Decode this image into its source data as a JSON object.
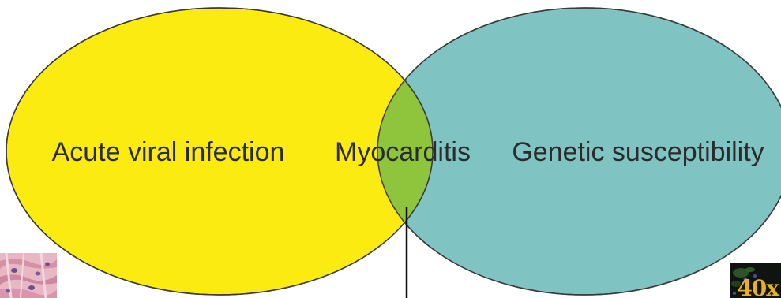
{
  "diagram": {
    "sets": [
      {
        "id": "viral",
        "label": "Acute viral infection",
        "color": "#fbeb10"
      },
      {
        "id": "genetic",
        "label": "Genetic susceptibility",
        "color": "#7fc3c3"
      }
    ],
    "intersection": {
      "label": "Myocarditis",
      "color": "#8fc43d"
    },
    "outline_color": "#3a3a3a"
  },
  "thumbnails": {
    "left": {
      "icon": "histology-thumbnail-icon"
    },
    "right": {
      "icon": "fluorescence-thumbnail-icon",
      "magnification": "40x",
      "magnification_color": "#e8b21c"
    }
  }
}
